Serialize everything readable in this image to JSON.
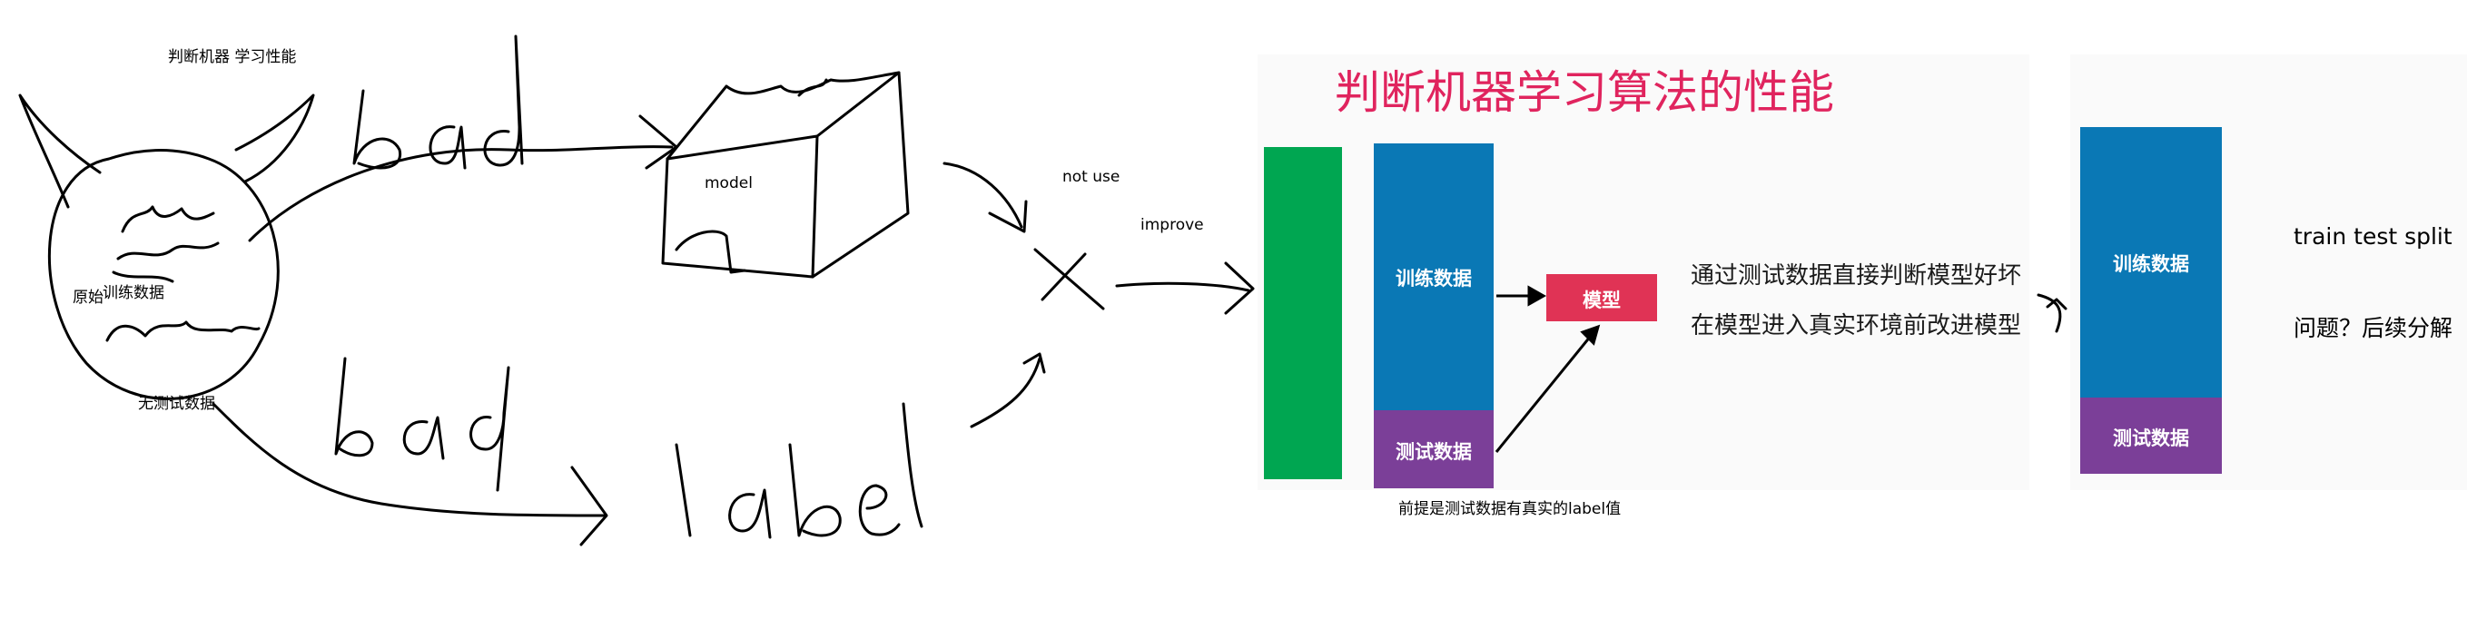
{
  "sketch": {
    "heading": "判断机器 学习性能",
    "model_label": "model",
    "original_label": "原始",
    "train_label": "训练数据",
    "no_test_label": "无测试数据",
    "bad_top": "bad",
    "bad_bottom": "bad",
    "label_word": "label",
    "not_use": "not use",
    "improve": "improve"
  },
  "slide": {
    "title": "判断机器学习算法的性能",
    "train_block": "训练数据",
    "test_block": "测试数据",
    "model_block": "模型",
    "note_line1": "通过测试数据直接判断模型好坏",
    "note_line2": "在模型进入真实环境前改进模型",
    "caption": "前提是测试数据有真实的label值",
    "colors": {
      "title": "#e0245e",
      "green": "#00a651",
      "blue": "#0a78b5",
      "purple": "#7b3f98",
      "red": "#e03355"
    }
  },
  "right_panel": {
    "train_block": "训练数据",
    "test_block": "测试数据",
    "note1": "train test split",
    "note2": "问题？后续分解"
  }
}
